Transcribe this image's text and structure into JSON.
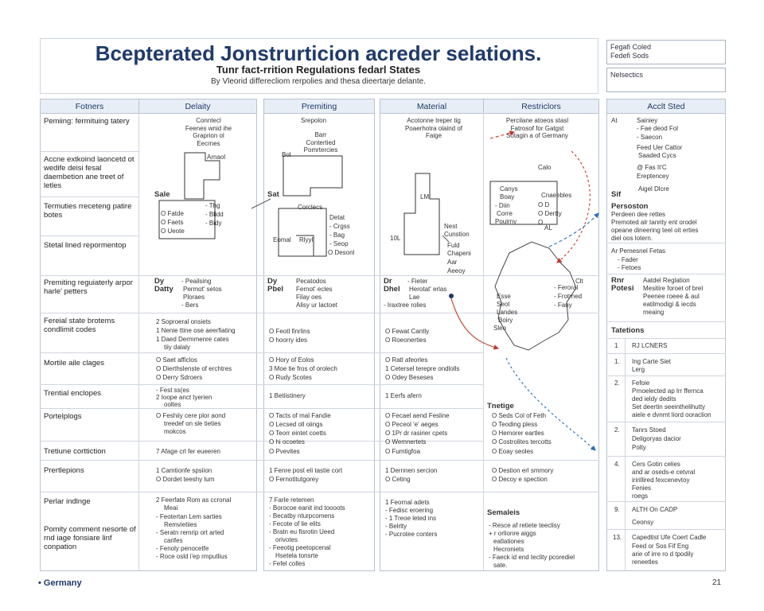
{
  "header": {
    "title": "Bcepterated Jonstrurticion acreder selations.",
    "subtitle": "Tunr fact-rrition Regulations fedarl States",
    "description": "By Vleorid differecliom rerpolies and thesa dieertarje delante."
  },
  "tags": {
    "tag1_line1": "Fegafi Coled",
    "tag1_line2": "Fedefi Sods",
    "tag2": "Nelsectics"
  },
  "columns": {
    "factors": "Fotners",
    "density": "Delaity",
    "permitting": "Premiting",
    "material": "Material",
    "restrictions": "Restriclors",
    "applied": "Acclt Sted"
  },
  "rows": [
    "Pemiing: fermituing tatery",
    "Accne extkoind laoncetd ot wedife deisi fesal daembetion ane treet of letles",
    "Termuties rreceteng patire botes",
    "Stetal lined repormentop",
    "Premiting reguiaterly arpor harle' petters",
    "Fereial state brotems condlimit codes",
    "Mortile aile clages",
    "Trential enclopes",
    "Portelplogs",
    "Tretiune corttiction",
    "Prertlepions",
    "Perlar indlnge",
    "Pomity comment nesorte of rnd iage fonsiare linf conpation"
  ],
  "density_col": {
    "r1": "Conntecl Feenes wnid ihe Graprion ol Eecrnes",
    "r1b": "Arnaol",
    "sale": "Sale",
    "r3a": "O  Fatde",
    "r3b": "O  Faets",
    "r3c": "O  Ueote",
    "r3d": "- Thg",
    "r3e": "- Blidd",
    "r3f": "- Bidy",
    "r5h": "Dy Datty",
    "r5a": "- Peailsing",
    "r5b": "Permot' setos",
    "r5c": "Ploraes",
    "r5d": "- Bers",
    "r6a": "2  Soproeral onsiets",
    "r6b": "1  Nenie ttine ose aeerfiating",
    "r6c": "1  Daed Dermmenre cates",
    "r6d": "tiiy dalaly",
    "r7a": "O  Saet afficlos",
    "r7b": "O  Dierthslenste of erchtres",
    "r7c": "O  Derry Sdroers",
    "r8a": "- Fest ss(es",
    "r8b": "2  Ioope anct tyerien",
    "r8c": "ooltes",
    "r9a": "O  Feshiiy cere plor aond",
    "r9b": "treedef on sle tieties",
    "r9c": "mokcos",
    "r10": "7 Afage crl fer eueeren",
    "r11a": "1  Camtionfe spsiion",
    "r11b": "O  Dordet teeshy lum",
    "r12a": "2  Feerfate Rom as ccronal",
    "r12b": "Meai",
    "r12c": "- Feotertan Lem sarties",
    "r12d": "Remvietiies",
    "r12e": "- Seratn remrip ort arted",
    "r12f": "carifes",
    "r12g": "- Fenoly penocetfe",
    "r12h": "- Roce osld i'ep rmputlius"
  },
  "permitting_col": {
    "r1": "Srepolon",
    "r1b": "Barr Contertied Pomrtercies",
    "bol": "Bol",
    "sat": "Sat",
    "r3": "Corclecs",
    "r3a": "Detat",
    "r3b": "- Crgss",
    "r3c": "- Bag",
    "r3d": "- Seop",
    "r3e": "O  Desonl",
    "r3f": "Eomal",
    "r3g": "Rlyyl",
    "r5h": "Dy Pbel",
    "r5a": "Pecatodos",
    "r5b": "Fernot' ecles",
    "r5c": "Filay oes",
    "r5d": "Alisy ur lactoet",
    "r6a": "O  Feotl finrlins",
    "r6b": "O  hoorry ides",
    "r7a": "O  Hory of Eolos",
    "r7b": "3  Moe tie fros of orolech",
    "r7c": "O  Rudy Scotes",
    "r8": "1  Betiistinery",
    "r9a": "O  Tacts of mal Fandie",
    "r9b": "O  Lecsed oll oiings",
    "r9c": "O  Teorr eintet coetts",
    "r9d": "O  hi ocoetes",
    "r9e": "O  Pvevites",
    "r11a": "1  Fenre post eli tastie cort",
    "r11b": "O  Fernotitutgorey",
    "r12a": "7  Farle retemen",
    "r12b": "- Borocoe eanit ind toooots",
    "r12c": "- Becatby nturpcomens",
    "r12d": "- Fecote of lie elits",
    "r12e": "- Bratn eu fisrotin Ueed",
    "r12f": "orivotes",
    "r12g": "- Feeotig peetopcenal",
    "r12h": "Hsetela tonsrte",
    "r12i": "- Fefel colles"
  },
  "material_col": {
    "r1": "Acotonne treper tig Poaerhotra olaind of Faige",
    "lm": "LM",
    "r3a": "10L",
    "dr": "Dr Dhel",
    "r5a": "- Fieter",
    "r5b": "Herotat' erlas",
    "r5c": "Lae",
    "r5d": "- Iraxtree rolies",
    "r6a": "O  Fewat Cantly",
    "r6b": "O  Roeonerties",
    "r7a": "O  Ratl afeorles",
    "r7b": "1  Cetersel terepre ondlolls",
    "r7c": "O  Odey Beseses",
    "r8": "1  Eerfs afern",
    "r9a": "O  Fecael aend Fesline",
    "r9b": "O  Peceol 'e' aeges",
    "r9c": "O  1Pr dr rasirier cpets",
    "r9d": "O  Wemnertets",
    "r9e": "O  Fumtigfoa",
    "r11a": "1  Dernnen sercion",
    "r11b": "O  Ceting",
    "r12a": "1  Feornal adets",
    "r12b": "- Fedisc eroering",
    "r12c": "- 1  Treoe leted ins",
    "r12d": "- Belrlty",
    "r12e": "- Pucrotee conters"
  },
  "restrictions_col": {
    "r1": "Percilane atoeos stasl Fatrosof for Gatgst Sotagin a of Germany",
    "calo": "Calo",
    "r3a": "Canys Boay",
    "r3b": "- Diin",
    "r3c": "Corre",
    "r3d": "Pouirny",
    "r3e": "Cnaeebles",
    "r3f": "O  D",
    "r3g": "O  Dertty",
    "r3h": "O",
    "r3i": "AL",
    "r4a": "Fuld Chapeni",
    "r4b": "Aar",
    "r4c": "Aeeoy",
    "r4d": "Nest Cunstion",
    "r5a": "Esse",
    "r5b": "Seot",
    "r5c": "Landes",
    "r5d": "Boiry",
    "r5e": "Sleo",
    "r5f": "- Feroral",
    "r5g": "- Frotrned",
    "r5h": "- Fany",
    "r6": "Clt",
    "r8h": "Tnetige",
    "r8a": "O  Seds Col of Feth",
    "r8b": "O  Teoding pless",
    "r8c": "O  Hemorer eartles",
    "r8d": "O  Costrolites tercotts",
    "r8e": "O  Eoay seoles",
    "r11a": "O  Destion erl smmory",
    "r11b": "O  Decoy e spection",
    "r12h": "Semaleis",
    "r12a": "- Resce af retiete teeclisy",
    "r12b": "+ r orlionre aiggs",
    "r12c": "eatlationes",
    "r12d": "Hecroniets",
    "r12e": "- Faeck id end teclity pcorediel",
    "r12f": "sate."
  },
  "applied_col": {
    "r1a": "At",
    "r1b": "Sainiey",
    "r1c": "- Fae deod Fol",
    "r1d": "- Saecon",
    "r1e": "Feed Uer Cattor",
    "r1f": "Saaded Cycs",
    "r1g": "@ Fas It'C",
    "r1h": "Ereptencey",
    "r1i": "Aigel Dlcre",
    "sif": "Sif",
    "r2h": "Persoston",
    "r2a": "Perdeen dee rettes",
    "r2b": "Premoted alr tanrity ent orodel",
    "r2c": "opeane dineering teel oit erties",
    "r2d": "diel oos lotern.",
    "r3h": "Ar Pemesnel Fetas",
    "r3a": "- Fader",
    "r3b": "- Fetoes",
    "r4h": "Rnr Potesi",
    "r4a": "Aatdel Reglation",
    "r4b": "Mesitire foroet of brel",
    "r4c": "Peenee roeee & aul",
    "r4d": "eatilmodigi & iecds",
    "r4e": "meaing",
    "tbl_h": "Tatetions",
    "t1n": "1",
    "t1": "RJ LCNERS",
    "t2n": "1.",
    "t2a": "Ing Carte Siet",
    "t2b": "Lerg",
    "t3n": "2.",
    "t3a": "Fefoie",
    "t3b": "Prnoelected ap lrr ffernca",
    "t3c": "ded ieldy dedits",
    "t3d": "Set deertin seeinthelihutty",
    "t3e": "aiele e dvnmt liord ooraclion",
    "t4n": "2.",
    "t4a": "Tanrs Stoed",
    "t4b": "Deligoryas dacior",
    "t4c": "Polty",
    "t5n": "4.",
    "t5a": "Cers Gotin celies",
    "t5b": "and ar oseds-e cetvral",
    "t5c": "iririllired fexcenevtoy",
    "t5d": "Fenies",
    "t5e": "roegs",
    "t6n": "9.",
    "t6a": "ALTH On CADP",
    "t6b": "Ceonsy",
    "t7n": "13.",
    "t7a": "Capedtist Ufe Coert Cadle",
    "t7b": "Feed or Sos Fif Eng",
    "t7c": "arie of irre ro d tpodily",
    "t7d": "reneetles"
  },
  "footer": {
    "left": "• Germany",
    "right": "21"
  }
}
